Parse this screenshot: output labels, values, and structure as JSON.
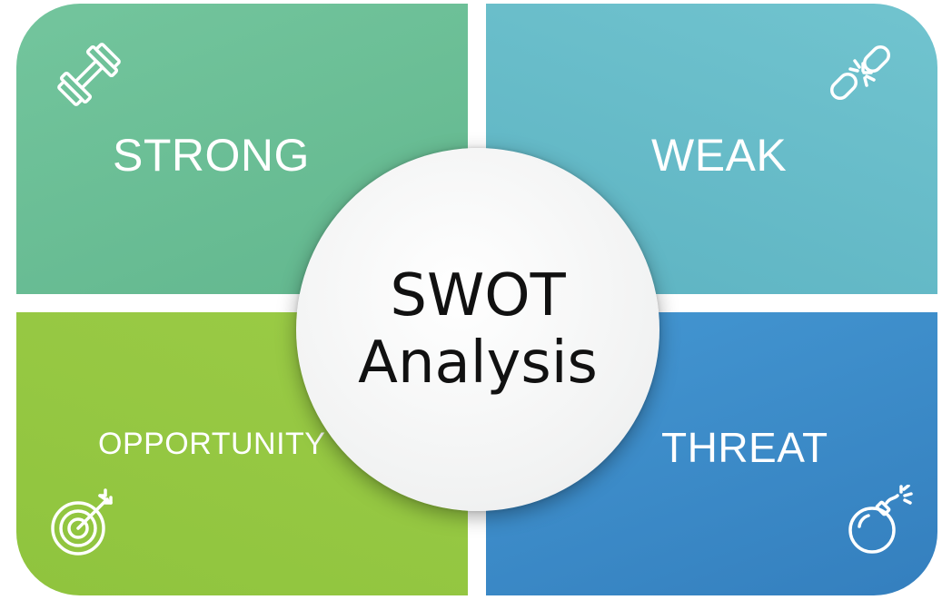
{
  "center": {
    "line1": "SWOT",
    "line2": "Analysis"
  },
  "quadrants": {
    "strengths": {
      "label": "STRONG",
      "color": "#6bbf96",
      "icon": "dumbbell-icon"
    },
    "weaknesses": {
      "label": "WEAK",
      "color": "#67bcc9",
      "icon": "broken-chain-icon"
    },
    "opportunities": {
      "label": "OPPORTUNITY",
      "color": "#95c742",
      "icon": "target-arrow-icon"
    },
    "threats": {
      "label": "THREAT",
      "color": "#3c8bc9",
      "icon": "bomb-icon"
    }
  }
}
